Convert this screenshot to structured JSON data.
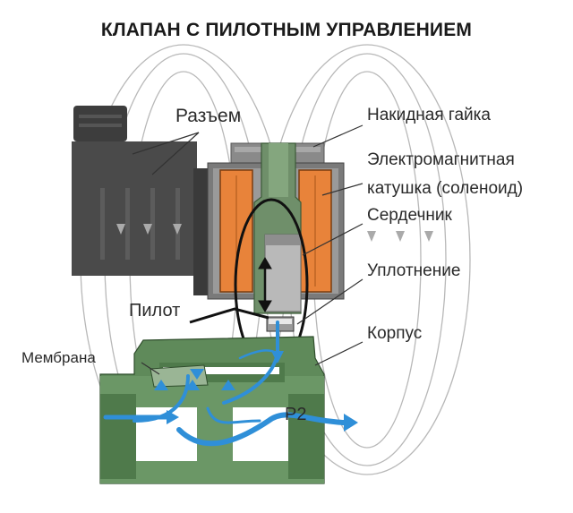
{
  "title": "КЛАПАН С ПИЛОТНЫМ УПРАВЛЕНИЕМ",
  "labels": {
    "connector": "Разъем",
    "union_nut": "Накидная гайка",
    "coil_line1": "Электромагнитная",
    "coil_line2": "катушка (соленоид)",
    "plunger": "Сердечник",
    "seal": "Уплотнение",
    "pilot": "Пилот",
    "body": "Корпус",
    "membrane": "Мембрана",
    "p2": "P2"
  },
  "colors": {
    "coil": "#e8833a",
    "core_green": "#6f8f6a",
    "body_green": "#5f8a5a",
    "connector": "#4a4a4a",
    "flow": "#2f8fd8",
    "field_lines": "#b5b5b5",
    "highlight": "#111111"
  }
}
